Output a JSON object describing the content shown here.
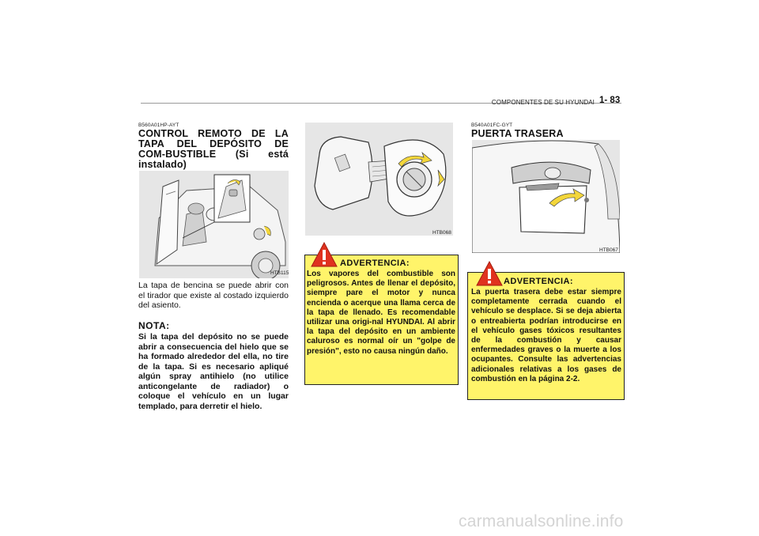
{
  "header": {
    "section_title": "COMPONENTES DE SU HYUNDAI",
    "page_number": "1- 83"
  },
  "col1": {
    "code": "B560A01HP-AYT",
    "title": "CONTROL REMOTO DE LA TAPA DEL DEPÓSITO DE COM-BUSTIBLE (Si está instalado)",
    "figure_code": "HTB115",
    "body": "La tapa de bencina se puede abrir con el tirador que existe al costado izquierdo del asiento.",
    "note_title": "NOTA:",
    "note_text": "Si la tapa del depósito no se puede abrir a consecuencia del hielo que se ha formado alrededor del ella, no tire de la tapa. Si es necesario apliqué algún spray antihielo (no utilice anticongelante de radiador) o coloque el vehículo en un lugar templado, para derretir el hielo."
  },
  "col2": {
    "figure_code": "HTB068",
    "warning": {
      "title": "ADVERTENCIA:",
      "text": "Los vapores del combustible son peligrosos. Antes de llenar el depósito, siempre pare el motor y nunca encienda o acerque una llama cerca de la tapa de llenado. Es recomendable utilizar una origi-nal HYUNDAI. Al abrir la tapa del depósito en un ambiente caluroso es normal oír un \"golpe de presión\", esto no causa ningún daño."
    }
  },
  "col3": {
    "code": "B540A01FC-GYT",
    "title": "PUERTA TRASERA",
    "figure_code": "HTB067",
    "warning": {
      "title": "ADVERTENCIA:",
      "text": "La puerta trasera debe estar siempre completamente cerrada cuando el vehículo se desplace. Si se deja abierta o entreabierta podrían introducirse en el vehículo gases tóxicos resultantes de la combustión y causar enfermedades graves o la muerte a los ocupantes. Consulte las advertencias adicionales relativas a los gases de combustión en la página 2-2."
    }
  },
  "watermark": "carmanualsonline.info"
}
